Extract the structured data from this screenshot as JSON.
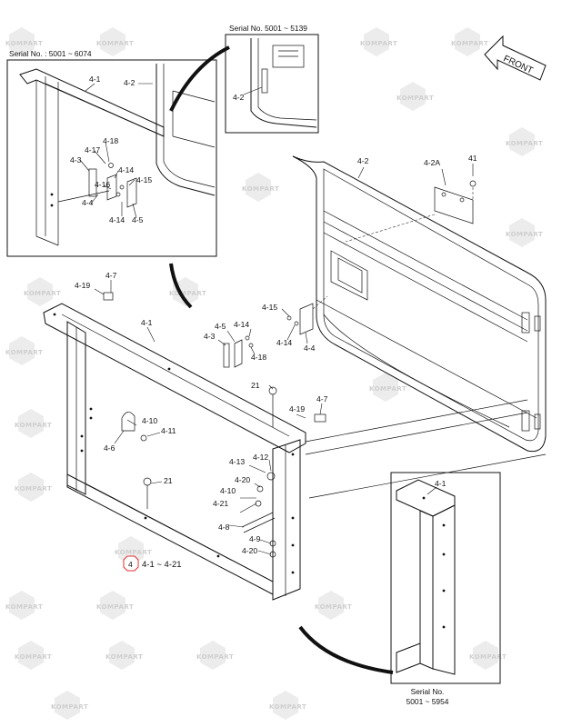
{
  "watermark": {
    "text": "KOMPART",
    "color": "#c8c8c8"
  },
  "front_arrow": {
    "label": "FRONT"
  },
  "insets": {
    "top_left": {
      "serial": "Serial No. : 5001 ~ 6074"
    },
    "top_middle": {
      "serial": "Serial No. 5001 ~ 5139"
    },
    "bottom_right": {
      "serial_line1": "Serial No.",
      "serial_line2": "5001 ~ 5954"
    }
  },
  "group_marker": {
    "number": "4",
    "range": "4-1 ~ 4-21",
    "color": "#e03030"
  },
  "part_labels": {
    "tl_4_1": "4-1",
    "tl_4_2": "4-2",
    "tl_4_18": "4-18",
    "tl_4_17": "4-17",
    "tl_4_3": "4-3",
    "tl_4_14a": "4-14",
    "tl_4_15": "4-15",
    "tl_4_16": "4-16",
    "tl_4_4": "4-4",
    "tl_4_14b": "4-14",
    "tl_4_5": "4-5",
    "tm_4_2": "4-2",
    "r_4_2": "4-2",
    "r_4_2A": "4-2A",
    "r_41": "41",
    "r_4_15": "4-15",
    "r_4_14": "4-14",
    "r_4_4": "4-4",
    "m_4_7a": "4-7",
    "m_4_19a": "4-19",
    "m_4_1": "4-1",
    "m_4_5": "4-5",
    "m_4_14": "4-14",
    "m_4_3": "4-3",
    "m_4_18": "4-18",
    "m_21a": "21",
    "m_4_19b": "4-19",
    "m_4_7b": "4-7",
    "m_4_10a": "4-10",
    "m_4_11": "4-11",
    "m_4_6": "4-6",
    "m_4_13": "4-13",
    "m_4_12": "4-12",
    "m_4_20a": "4-20",
    "m_4_10b": "4-10",
    "m_4_21": "4-21",
    "m_21b": "21",
    "m_4_8": "4-8",
    "m_4_9": "4-9",
    "m_4_20b": "4-20",
    "br_4_1": "4-1"
  }
}
